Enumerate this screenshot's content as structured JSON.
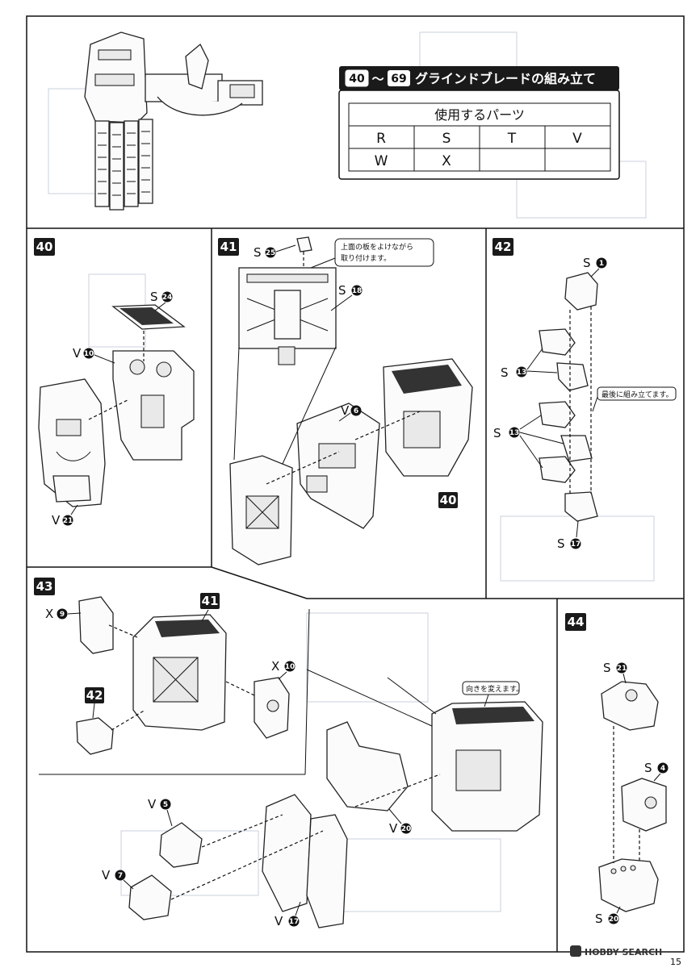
{
  "header": {
    "step_start": "40",
    "step_tilde": "〜",
    "step_end": "69",
    "title": "グラインドブレードの組み立て",
    "parts_heading": "使用するパーツ",
    "parts_rows": [
      [
        "R",
        "S",
        "T",
        "V"
      ],
      [
        "W",
        "X",
        "",
        ""
      ]
    ]
  },
  "steps": {
    "s40": {
      "number": "40",
      "labels": [
        {
          "runner": "S",
          "num": "24"
        },
        {
          "runner": "V",
          "num": "10"
        },
        {
          "runner": "V",
          "num": "21"
        }
      ]
    },
    "s41": {
      "number": "41",
      "note": [
        "上面の板をよけながら",
        "取り付けます。"
      ],
      "labels": [
        {
          "runner": "S",
          "num": "25"
        },
        {
          "runner": "S",
          "num": "18"
        },
        {
          "runner": "V",
          "num": "6"
        }
      ],
      "ref_step": "40"
    },
    "s42": {
      "number": "42",
      "note": "最後に組み立てます。",
      "labels": [
        {
          "runner": "S",
          "num": "1"
        },
        {
          "runner": "S",
          "num": "13"
        },
        {
          "runner": "S",
          "num": "13"
        },
        {
          "runner": "S",
          "num": "17"
        }
      ]
    },
    "s43": {
      "number": "43",
      "note": "向きを変えます。",
      "ref_a": "41",
      "ref_b": "42",
      "labels": [
        {
          "runner": "X",
          "num": "9"
        },
        {
          "runner": "X",
          "num": "10"
        },
        {
          "runner": "V",
          "num": "5"
        },
        {
          "runner": "V",
          "num": "7"
        },
        {
          "runner": "V",
          "num": "20"
        },
        {
          "runner": "V",
          "num": "17"
        }
      ]
    },
    "s44": {
      "number": "44",
      "labels": [
        {
          "runner": "S",
          "num": "21"
        },
        {
          "runner": "S",
          "num": "4"
        },
        {
          "runner": "S",
          "num": "20"
        }
      ]
    }
  },
  "footer": {
    "watermark": "HOBBY SEARCH",
    "page": "15"
  }
}
